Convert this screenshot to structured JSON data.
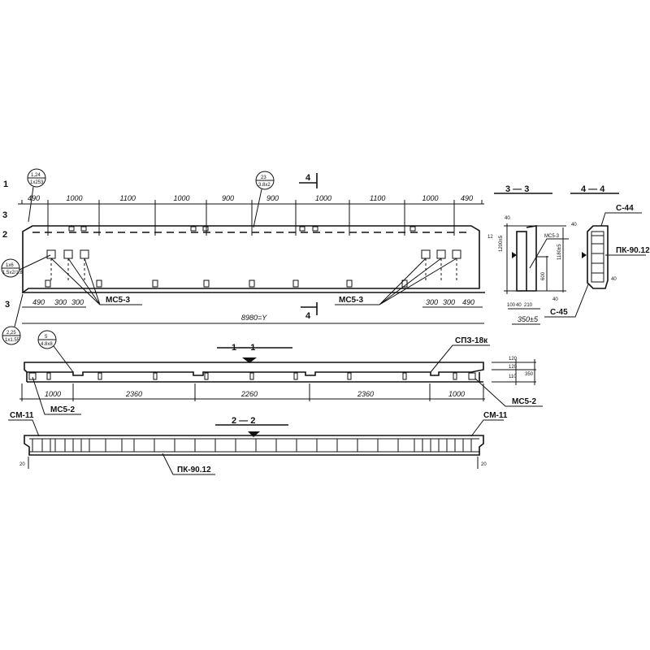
{
  "top_view": {
    "section_mark_1": "1",
    "section_mark_2": "2",
    "section_mark_3": "3",
    "section_mark_4": "4",
    "callout_a": {
      "top": "1,24",
      "bottom": "1x253"
    },
    "callout_b": {
      "top": "23",
      "bottom": "3.8x2"
    },
    "callout_c": {
      "top": "1x6",
      "bottom": "1.5x2/1.8"
    },
    "callout_d": {
      "top": "2,25",
      "bottom": "1x1.55"
    },
    "top_dims": [
      "490",
      "1000",
      "1100",
      "1000",
      "900",
      "900",
      "1000",
      "1100",
      "1000",
      "490"
    ],
    "bottom_left_dims": [
      "490",
      "300",
      "300"
    ],
    "bottom_right_dims": [
      "300",
      "300",
      "490"
    ],
    "overall_dim": "8980=Y",
    "end_dim": "12",
    "part_left": "MC5-3",
    "part_right": "MC5-3"
  },
  "section_1_1": {
    "title": "1 — 1",
    "callout": {
      "top": "5",
      "bottom": "4.8x8"
    },
    "dims": [
      "1000",
      "2360",
      "2260",
      "2360",
      "1000"
    ],
    "height_dims": [
      "120",
      "120",
      "110",
      "350"
    ],
    "part_left": "MC5-2",
    "part_right": "MC5-2",
    "part_top_right": "СПЗ-18к"
  },
  "section_2_2": {
    "title": "2 — 2",
    "part_left": "CM-11",
    "part_right": "CM-11",
    "part_bottom": "ПК-90.12",
    "dim_left": "20",
    "dim_right": "20"
  },
  "section_3_3": {
    "title": "3 — 3",
    "dims_height": [
      "1200±5",
      "1180±5",
      "600",
      "40",
      "40"
    ],
    "dims_width": [
      "100",
      "40",
      "210"
    ],
    "overall_width": "350±5",
    "part": "MC5-3"
  },
  "section_4_4": {
    "title": "4 — 4",
    "part_top": "C-44",
    "part_right": "ПК-90.12",
    "part_bottom": "C-45",
    "dim_top": "40",
    "dim_bottom": "40"
  }
}
